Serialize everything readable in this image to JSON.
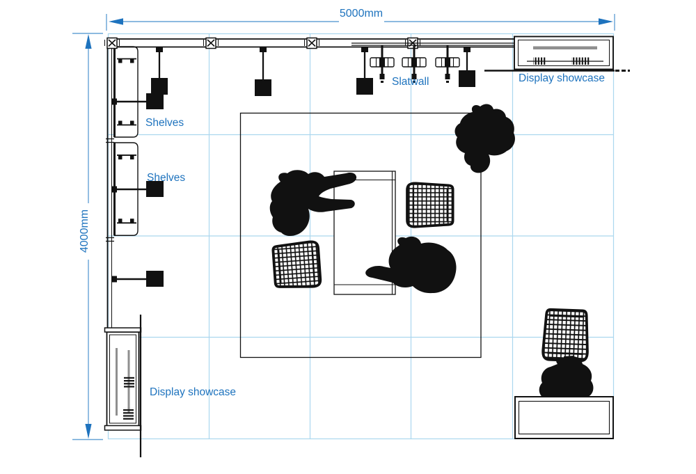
{
  "dimensions": {
    "horizontal": "5000mm",
    "vertical": "4000mm"
  },
  "labels": {
    "slatwall": "Slatwall",
    "display_showcase_top": "Display showcase",
    "display_showcase_bottom": "Display showcase",
    "shelves_top": "Shelves",
    "shelves_bottom": "Shelves"
  },
  "grid": {
    "columns": 5,
    "rows": 4
  },
  "colors": {
    "annotation_blue": "#1e73be",
    "dimension_line_blue": "#66a3d6",
    "grid_blue": "#abd7ee",
    "fixture_ink": "#111111",
    "shelf_gray": "#8f8f8f",
    "background": "#ffffff"
  },
  "fixtures": [
    {
      "name": "back-wall-with-posts",
      "count": 1
    },
    {
      "name": "shelf-unit",
      "count": 2
    },
    {
      "name": "arm-light",
      "count": 3
    },
    {
      "name": "pendant-light",
      "count": 4
    },
    {
      "name": "slatwall-hanger-rail",
      "count": 3
    },
    {
      "name": "display-showcase",
      "count": 2
    },
    {
      "name": "meeting-area-square",
      "count": 1
    },
    {
      "name": "meeting-table",
      "count": 1
    },
    {
      "name": "mesh-chair",
      "count": 3
    },
    {
      "name": "person-silhouette",
      "count": 4
    },
    {
      "name": "reception-counter",
      "count": 1
    }
  ]
}
